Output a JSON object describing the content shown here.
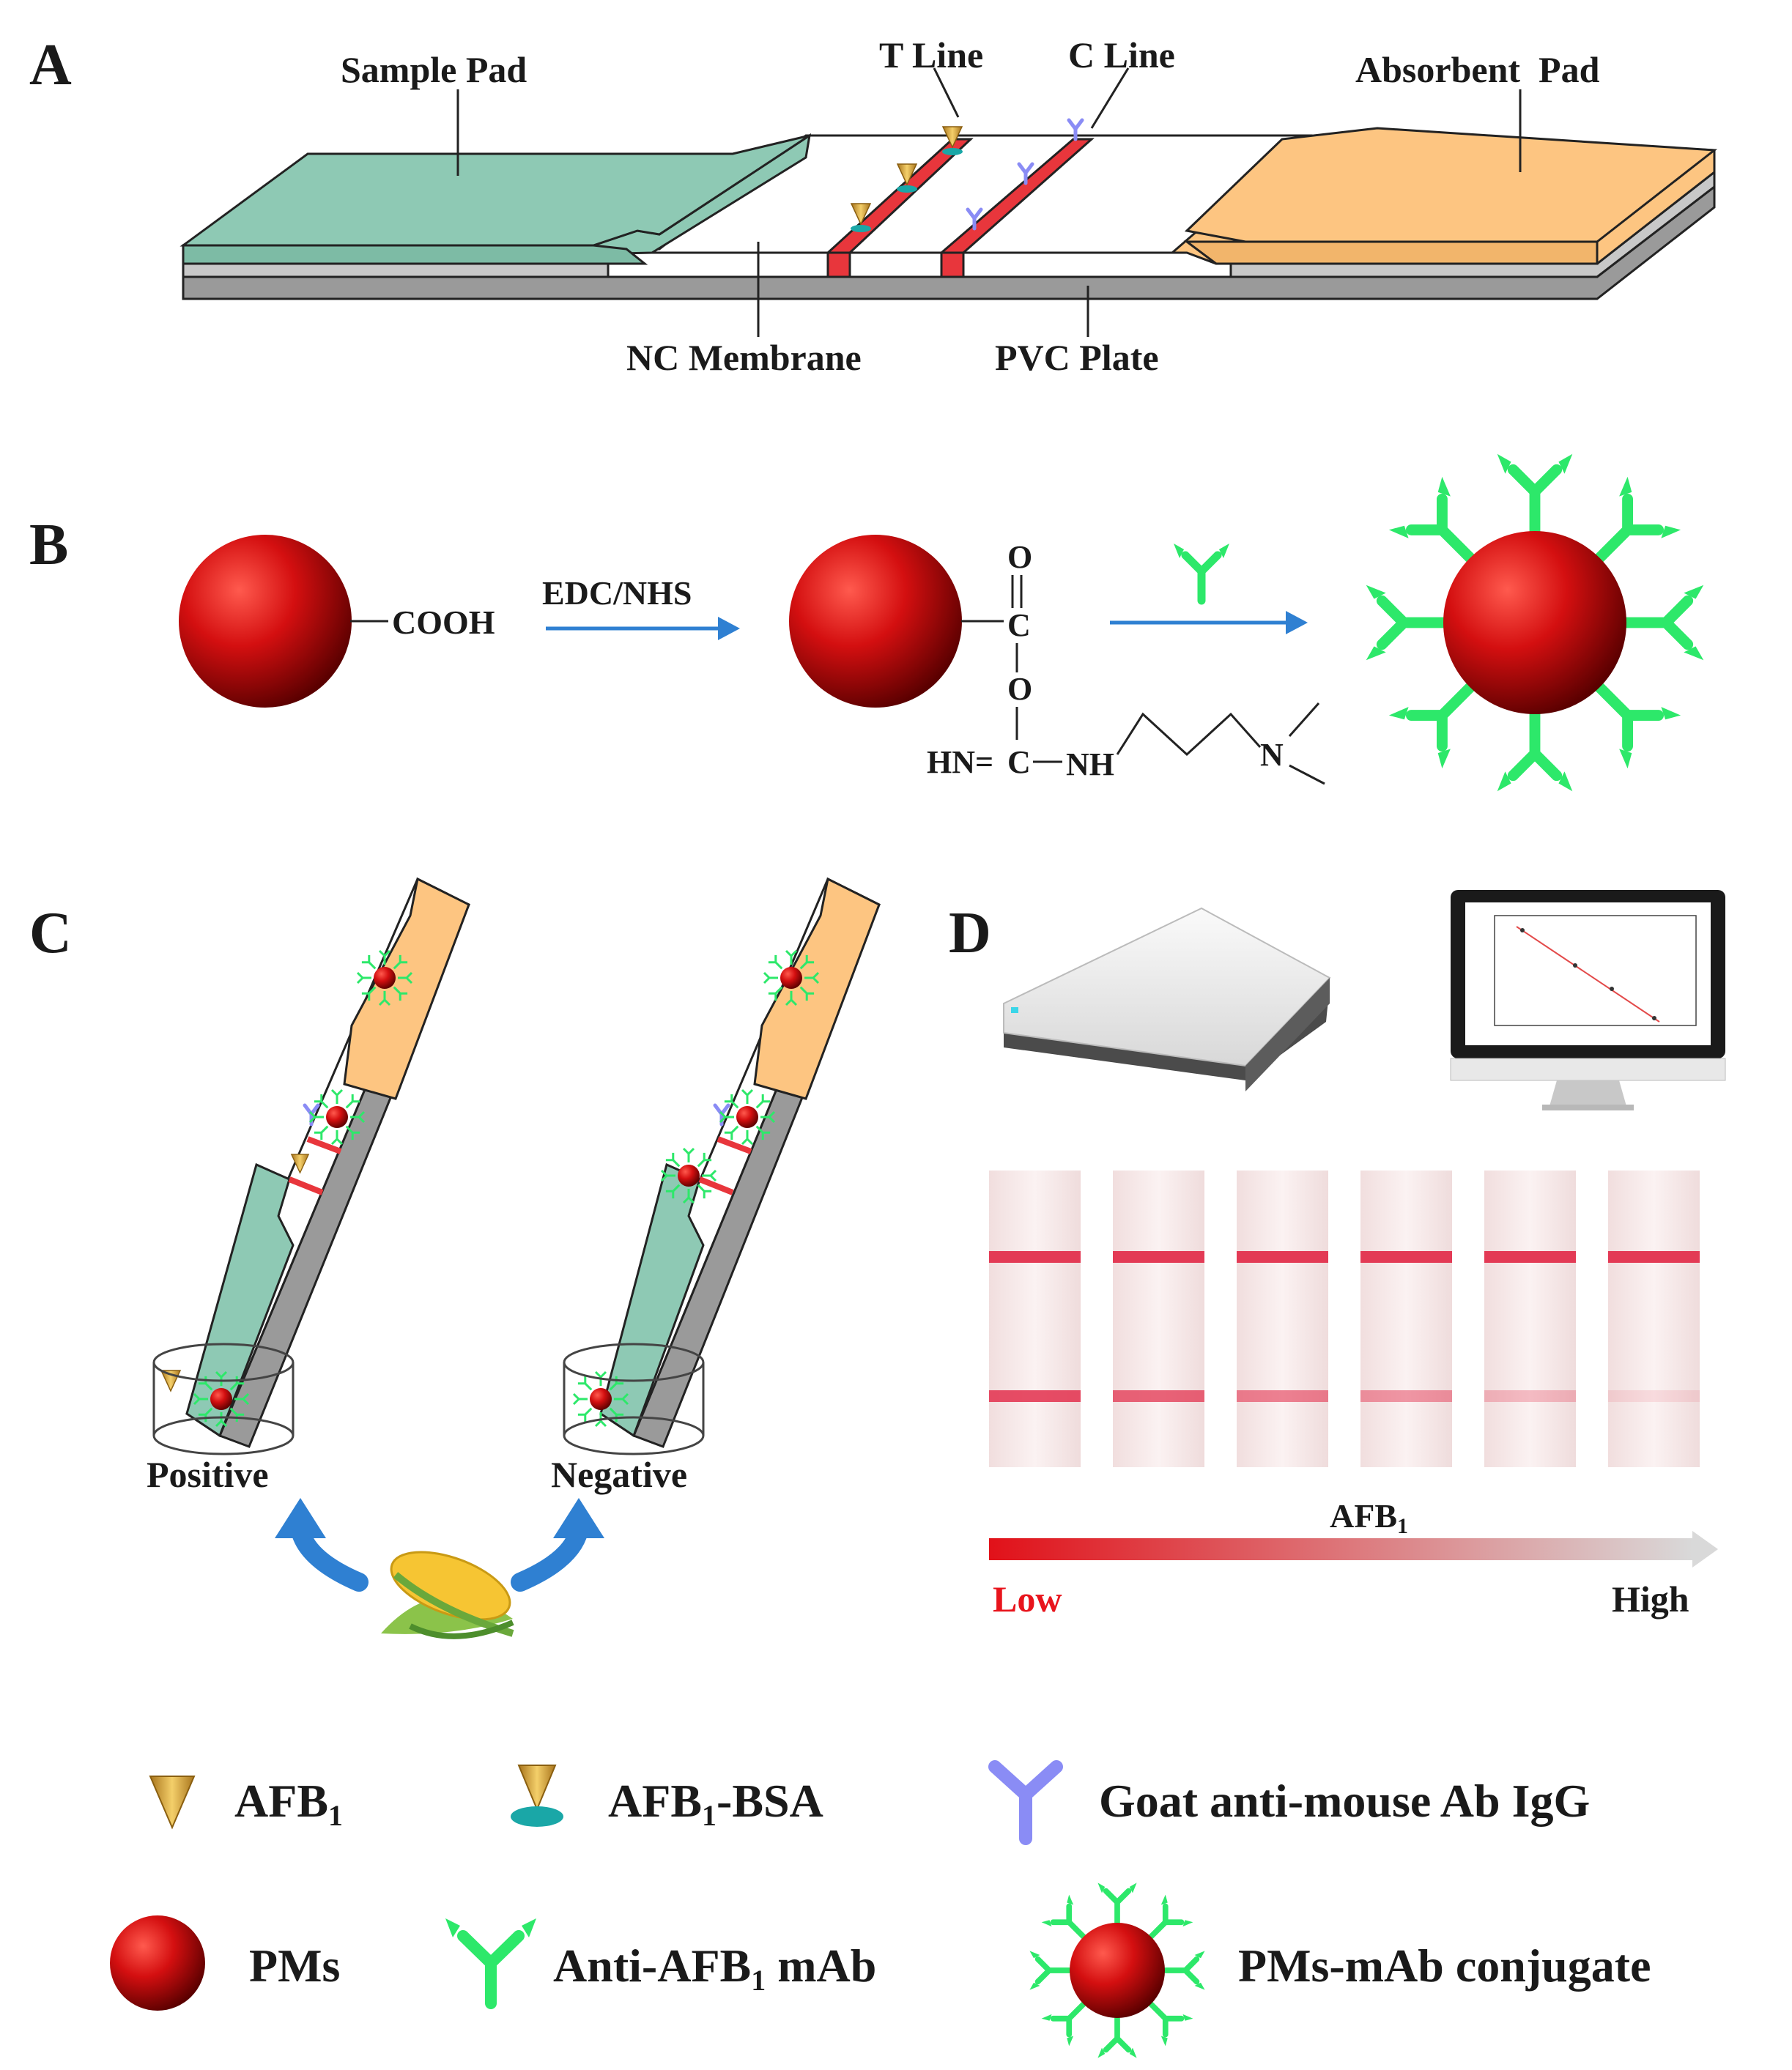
{
  "panels": {
    "a": "A",
    "b": "B",
    "c": "C",
    "d": "D"
  },
  "strip": {
    "sample_pad": "Sample Pad",
    "t_line": "T Line",
    "c_line": "C Line",
    "absorbent_pad": "Absorbent  Pad",
    "nc_membrane": "NC Membrane",
    "pvc_plate": "PVC Plate"
  },
  "conjugation": {
    "cooh": "COOH",
    "reagent": "EDC/NHS",
    "atom_o1": "O",
    "atom_c1": "C",
    "atom_o2": "O",
    "atom_c2": "C",
    "hn_group": "HN=",
    "nh_group": "NH",
    "atom_n": "N"
  },
  "test": {
    "positive": "Positive",
    "negative": "Negative"
  },
  "readout": {
    "afb1": "AFB",
    "afb1_sub": "1",
    "low": "Low",
    "high": "High",
    "strip_count": 6,
    "t_line_intensity": [
      0.9,
      0.78,
      0.62,
      0.5,
      0.3,
      0.12
    ],
    "colors": {
      "low": "#e8141c",
      "high": "#1a1a1a",
      "gradient_start": "#e11119",
      "gradient_end": "#d9d9d9"
    }
  },
  "legend": {
    "afb1": "AFB",
    "afb1_sub": "1",
    "afb1_bsa": "AFB",
    "afb1_bsa_sub": "1",
    "afb1_bsa_suffix": "-BSA",
    "goat_igg": "Goat anti-mouse Ab IgG",
    "pms": "PMs",
    "anti_mab": "Anti-AFB",
    "anti_mab_sub": "1",
    "anti_mab_suffix": " mAb",
    "conjugate": "PMs-mAb conjugate"
  },
  "colors": {
    "sample_pad": "#8ec9b4",
    "absorbent_pad": "#fdc581",
    "line_red": "#e8363c",
    "pvc": "#9a9a9a",
    "bead": "#d40f10",
    "antibody_green": "#2de86a",
    "antibody_blue": "#8a8cf5",
    "antigen_gold": "#d9a53a",
    "bsa_teal": "#1aa7a7",
    "arrow_blue": "#2f80d2"
  }
}
